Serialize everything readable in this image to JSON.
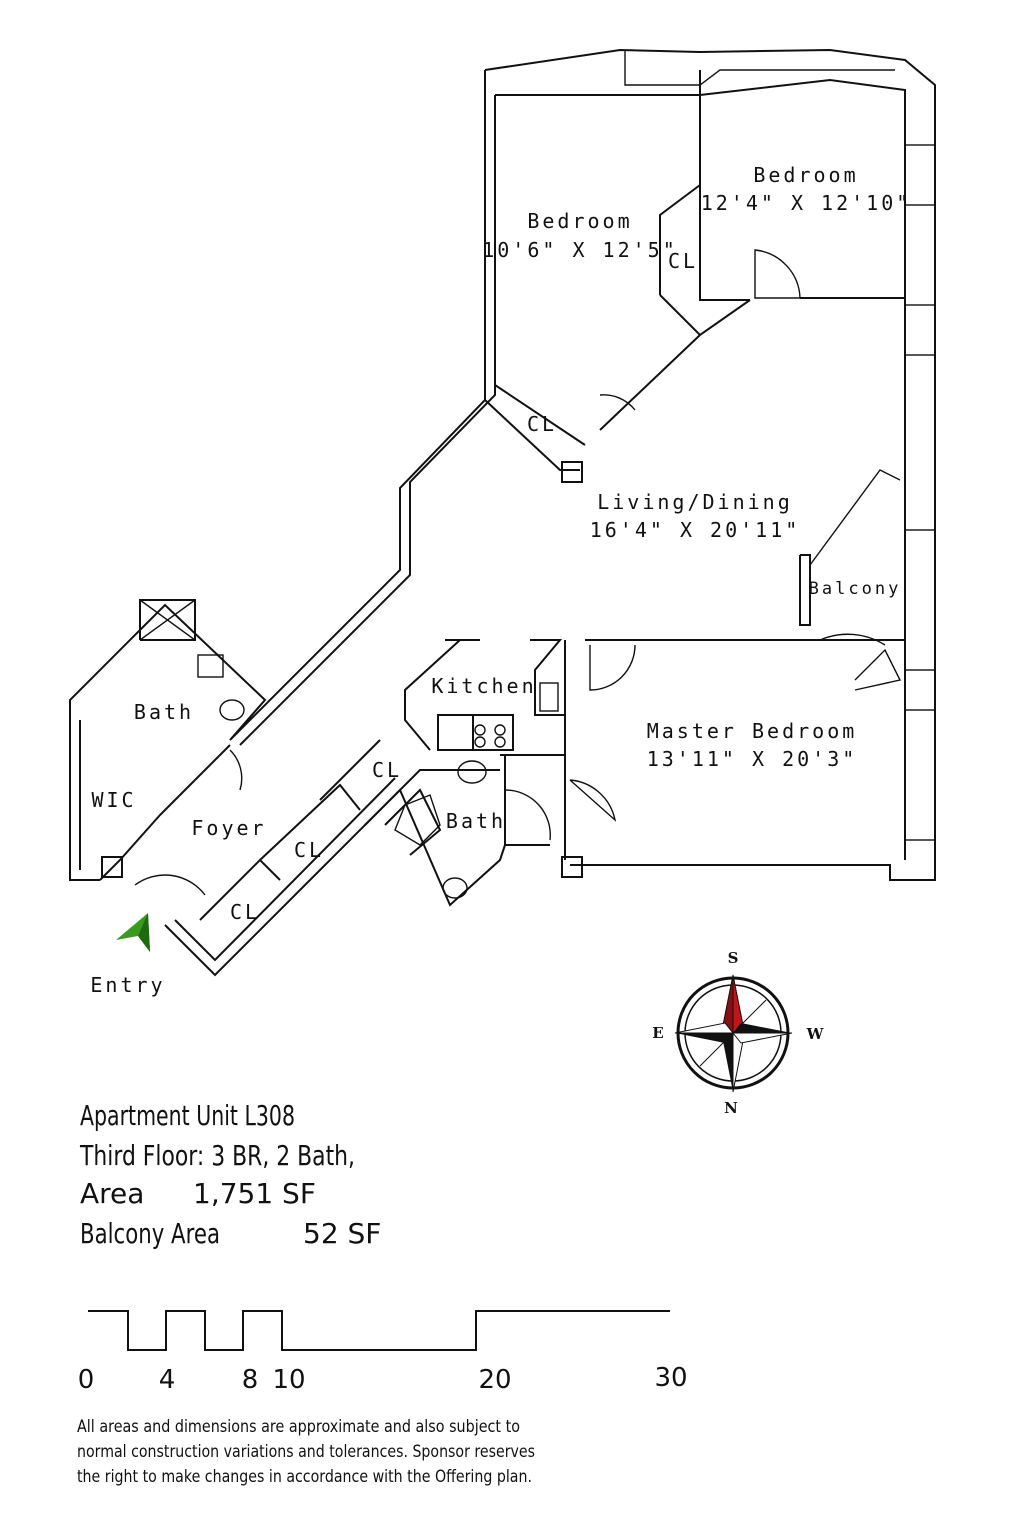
{
  "rooms": {
    "bedroom_a": {
      "name": "Bedroom",
      "size": "10'6\" X 12'5\""
    },
    "bedroom_b": {
      "name": "Bedroom",
      "size": "12'4\" X 12'10\""
    },
    "living": {
      "name": "Living/Dining",
      "size": "16'4\" X 20'11\""
    },
    "balcony": {
      "name": "Balcony"
    },
    "kitchen": {
      "name": "Kitchen"
    },
    "master": {
      "name": "Master Bedroom",
      "size": "13'11\" X 20'3\""
    },
    "bath_a": {
      "name": "Bath"
    },
    "bath_b": {
      "name": "Bath"
    },
    "wic": {
      "name": "WIC"
    },
    "foyer": {
      "name": "Foyer"
    },
    "closets": [
      "CL",
      "CL",
      "CL",
      "CL",
      "CL"
    ],
    "entry": {
      "name": "Entry"
    }
  },
  "compass": {
    "s": "S",
    "e": "E",
    "w": "W",
    "n": "N",
    "needle_color": "#c0161b"
  },
  "entry_arrow_color": "#3a9a1f",
  "info": {
    "unit": "Apartment Unit L308",
    "floor": "Third Floor: 3 BR, 2 Bath,",
    "area_label": "Area",
    "area_value": "1,751 SF",
    "balcony_label": "Balcony Area",
    "balcony_value": "52 SF"
  },
  "scale": {
    "ticks": [
      "0",
      "4",
      "8",
      "10",
      "20",
      "30"
    ]
  },
  "disclaimer": [
    "All areas and dimensions are approximate and also subject to",
    "normal construction variations and tolerances. Sponsor reserves",
    "the right to make changes in accordance with the Offering plan."
  ]
}
